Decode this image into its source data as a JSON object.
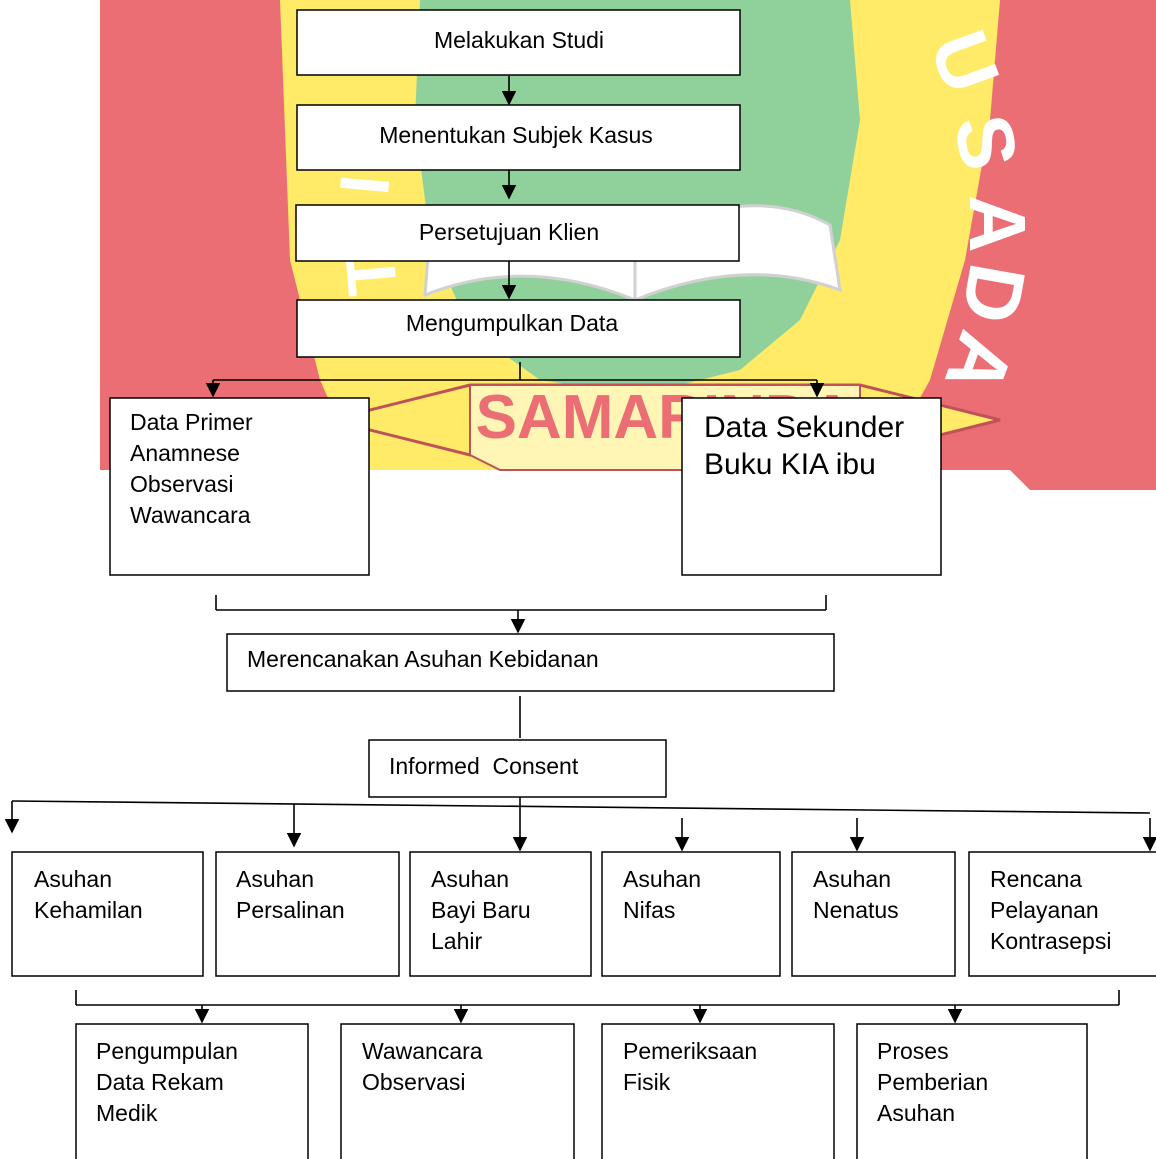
{
  "watermark": {
    "letters_right": [
      "U",
      "S",
      "A",
      "D",
      "A"
    ],
    "letters_left": [
      "L",
      "I",
      "T"
    ],
    "city": "SAMARINDA",
    "colors": {
      "green": "#7dc98a",
      "yellow": "#ffe84d",
      "red": "#e8555e",
      "darkred": "#b3343c",
      "white": "#ffffff"
    }
  },
  "flow": {
    "step1": "Melakukan Studi",
    "step2": "Menentukan Subjek Kasus",
    "step3": "Persetujuan Klien",
    "step4": "Mengumpulkan Data",
    "primary": [
      "Data Primer",
      "Anamnese",
      "Observasi",
      "Wawancara"
    ],
    "secondary": [
      "Data Sekunder",
      "Buku KIA ibu"
    ],
    "plan": "Merencanakan Asuhan Kebidanan",
    "consent": "Informed  Consent",
    "care": [
      [
        "Asuhan",
        "Kehamilan"
      ],
      [
        "Asuhan",
        "Persalinan"
      ],
      [
        "Asuhan",
        "Bayi Baru",
        "Lahir"
      ],
      [
        "Asuhan",
        "Nifas"
      ],
      [
        "Asuhan",
        "Nenatus"
      ],
      [
        "Rencana",
        "Pelayanan",
        "Kontrasepsi"
      ]
    ],
    "methods": [
      [
        "Pengumpulan",
        "Data Rekam",
        "Medik"
      ],
      [
        "Wawancara",
        "Observasi"
      ],
      [
        "Pemeriksaan",
        "Fisik"
      ],
      [
        "Proses",
        "Pemberian",
        "Asuhan"
      ]
    ]
  }
}
